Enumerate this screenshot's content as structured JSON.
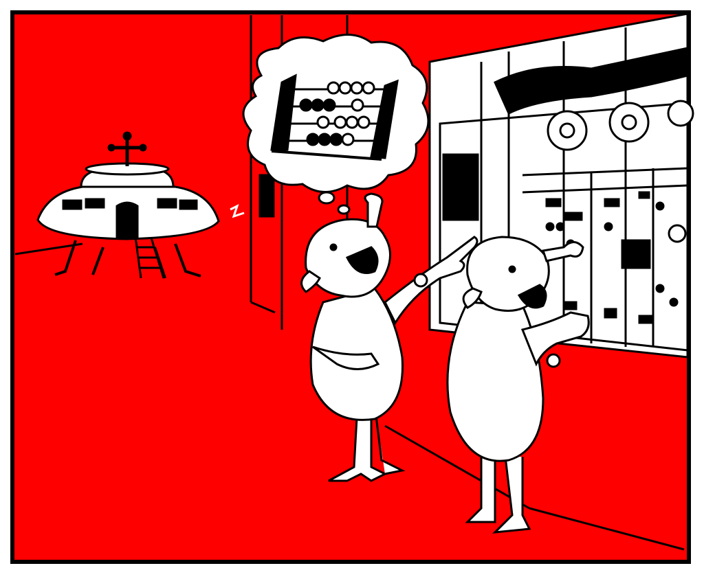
{
  "cartoon": {
    "colors": {
      "background": "#ff0000",
      "ink": "#000000",
      "paper": "#ffffff"
    },
    "elements": [
      "panel-border",
      "flying-saucer",
      "wall-pillar",
      "thought-bubble",
      "abacus-icon",
      "computer-console",
      "alien-left",
      "alien-right"
    ]
  }
}
